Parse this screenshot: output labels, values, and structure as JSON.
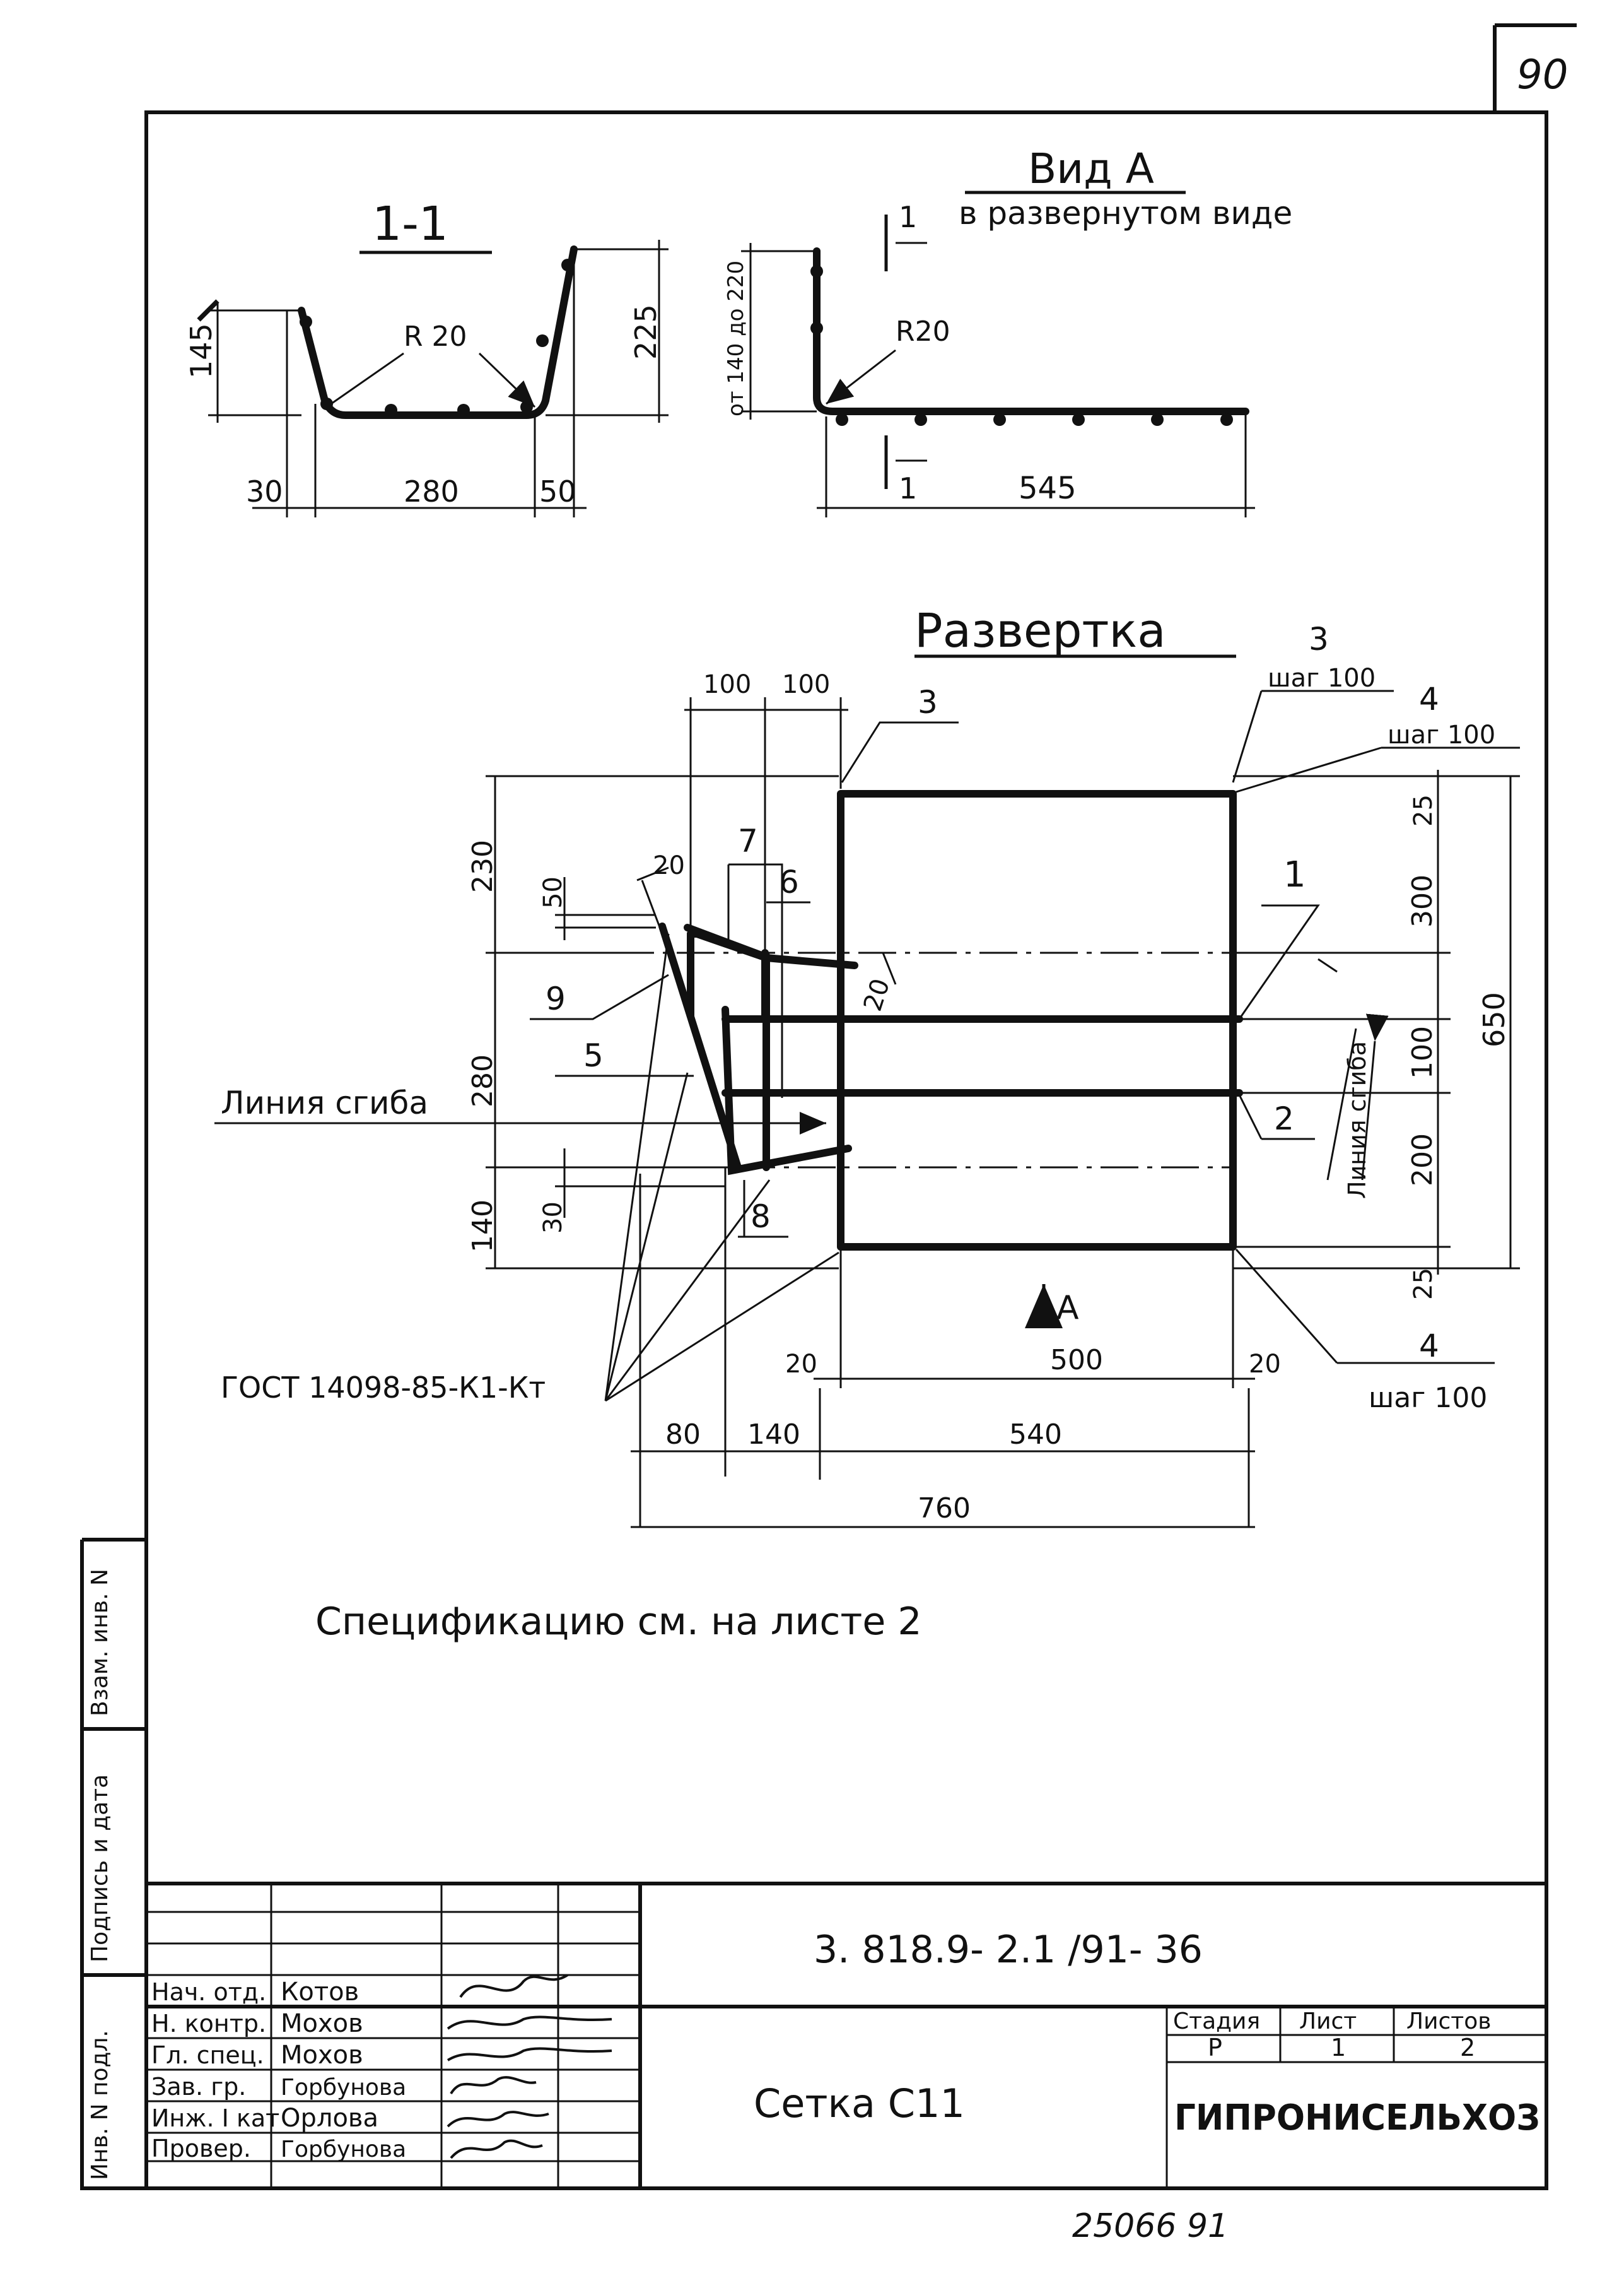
{
  "page_number": "90",
  "section_1_1": {
    "title": "1-1",
    "dims": {
      "h_left": "145",
      "h_right": "225",
      "radius": "R 20",
      "w_left": "30",
      "w_mid": "280",
      "w_right": "50"
    }
  },
  "view_a": {
    "title": "Вид А",
    "subtitle": "в развернутом виде",
    "cut_label": "1",
    "dims": {
      "height": "от 140 до 220",
      "radius": "R20",
      "length": "545"
    }
  },
  "unfold": {
    "title": "Развертка",
    "callouts": {
      "p1": "1",
      "p2": "2",
      "p3": "3",
      "p4": "4",
      "p5": "5",
      "p6": "6",
      "p7": "7",
      "p8": "8",
      "p9": "9",
      "step": "шаг 100"
    },
    "fold_line": "Линия сгиба",
    "fold_line_right": "Линия сгиба",
    "view_arrow": "А",
    "gost": "ГОСТ 14098-85-К1-Кт",
    "dims": {
      "top_100a": "100",
      "top_100b": "100",
      "left_230": "230",
      "left_280": "280",
      "left_140": "140",
      "left_50": "50",
      "left_30": "30",
      "ang_20a": "20",
      "ang_20b": "20",
      "right_25a": "25",
      "right_300": "300",
      "right_100": "100",
      "right_200": "200",
      "right_25b": "25",
      "right_650": "650",
      "bot_20a": "20",
      "bot_500": "500",
      "bot_20b": "20",
      "bot_80": "80",
      "bot_140": "140",
      "bot_540": "540",
      "bot_760": "760"
    }
  },
  "spec_note": "Спецификацию см. на листе 2",
  "side_labels": [
    "Инв. N подл.",
    "Подпись и дата",
    "Взам. инв. N"
  ],
  "title_block": {
    "doc_code": "3. 818.9- 2.1 /91- 36",
    "rows": [
      {
        "role": "Нач. отд.",
        "name": "Котов"
      },
      {
        "role": "Н. контр.",
        "name": "Мохов"
      },
      {
        "role": "Гл. спец.",
        "name": "Мохов"
      },
      {
        "role": "Зав. гр.",
        "name": "Горбунова"
      },
      {
        "role": "Инж. I кат",
        "name": "Орлова"
      },
      {
        "role": "Провер.",
        "name": "Горбунова"
      }
    ],
    "item_name": "Сетка С11",
    "stage_label": "Стадия",
    "stage_value": "Р",
    "sheet_label": "Лист",
    "sheet_value": "1",
    "sheets_label": "Листов",
    "sheets_value": "2",
    "organization": "ГИПРОНИСЕЛЬХОЗ"
  },
  "footer_number": "25066    91"
}
